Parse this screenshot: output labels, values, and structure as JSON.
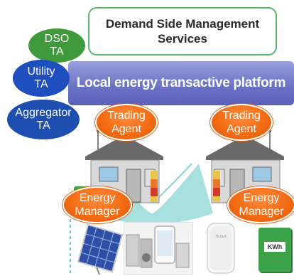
{
  "dsm": {
    "label": "Demand Side Management Services"
  },
  "platform": {
    "label": "Local energy transactive platform"
  },
  "agents": [
    {
      "label_line1": "DSO",
      "label_line2": "TA",
      "color": "#3f9a3c"
    },
    {
      "label_line1": "Utility",
      "label_line2": "TA",
      "color": "#1f4fbf"
    },
    {
      "label_line1": "Aggregator",
      "label_line2": "TA",
      "color": "#1e4fb0"
    }
  ],
  "trading_agents": [
    {
      "label_line1": "Trading",
      "label_line2": "Agent"
    },
    {
      "label_line1": "Trading",
      "label_line2": "Agent"
    }
  ],
  "energy_managers": [
    {
      "label_line1": "Energy",
      "label_line2": "Manager"
    },
    {
      "label_line1": "Energy",
      "label_line2": "Manager"
    }
  ],
  "devices": {
    "meter_label": "KWh"
  },
  "colors": {
    "platform": "#6d74c6",
    "orange": "#f26a12",
    "teal_wave": "#5ec7c2",
    "dsm_border": "#5ab56a"
  }
}
